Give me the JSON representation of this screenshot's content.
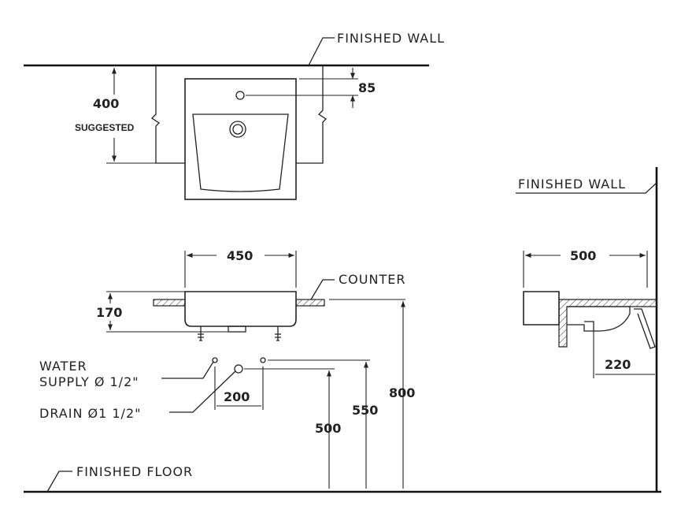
{
  "labels": {
    "finished_wall_top": "FINISHED WALL",
    "finished_wall_side": "FINISHED WALL",
    "counter": "COUNTER",
    "water_supply_line1": "WATER",
    "water_supply_line2": "SUPPLY Ø 1/2\"",
    "drain": "DRAIN Ø1 1/2\"",
    "finished_floor": "FINISHED FLOOR",
    "suggested": "SUGGESTED"
  },
  "dimensions": {
    "top_height": "400",
    "tap_offset": "85",
    "basin_width": "450",
    "basin_height": "170",
    "drain_spacing": "200",
    "height_500": "500",
    "height_550": "550",
    "height_800": "800",
    "side_depth": "500",
    "side_drain": "220"
  }
}
